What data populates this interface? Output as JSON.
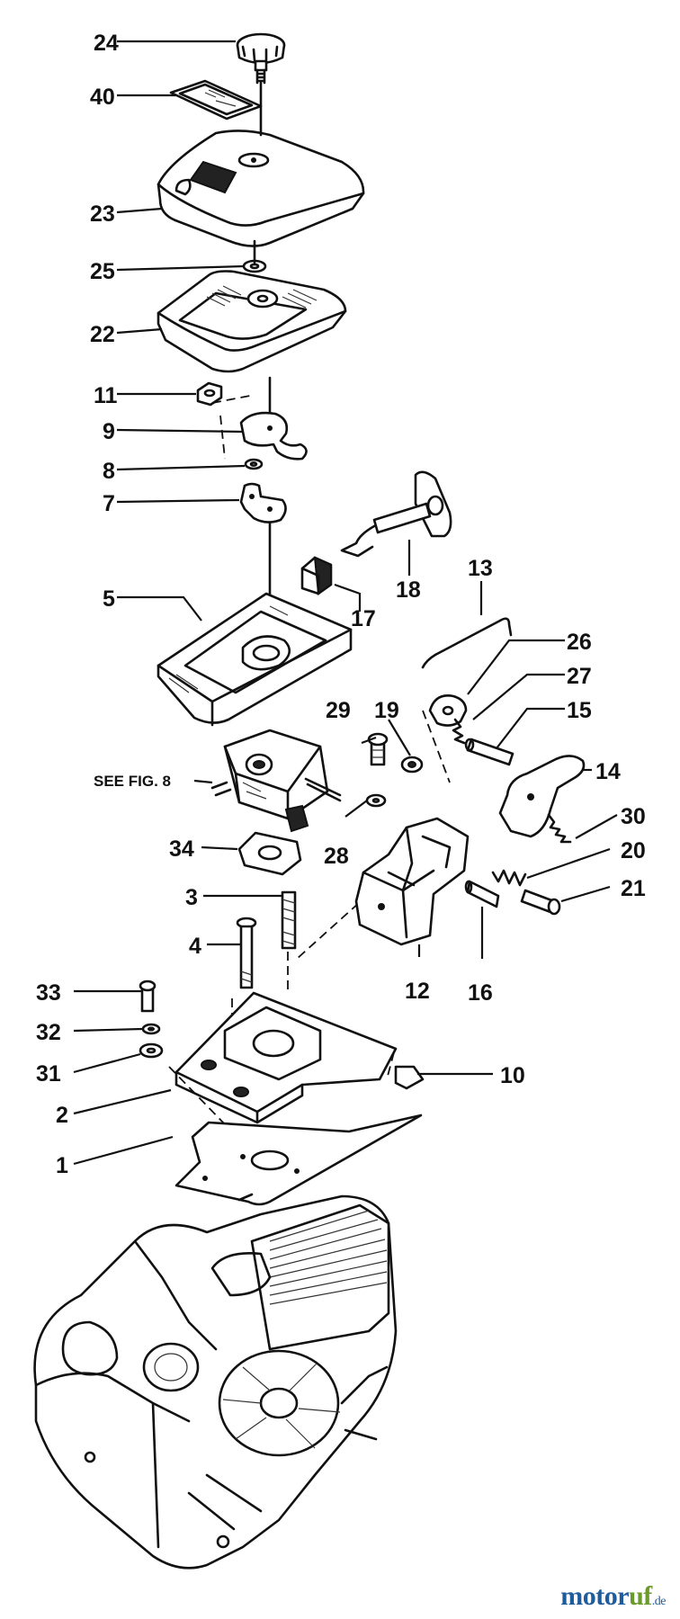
{
  "callouts": [
    {
      "id": "24",
      "text": "24"
    },
    {
      "id": "40",
      "text": "40"
    },
    {
      "id": "23",
      "text": "23"
    },
    {
      "id": "25",
      "text": "25"
    },
    {
      "id": "22",
      "text": "22"
    },
    {
      "id": "11",
      "text": "11"
    },
    {
      "id": "9",
      "text": "9"
    },
    {
      "id": "8",
      "text": "8"
    },
    {
      "id": "7",
      "text": "7"
    },
    {
      "id": "5",
      "text": "5"
    },
    {
      "id": "17",
      "text": "17"
    },
    {
      "id": "18",
      "text": "18"
    },
    {
      "id": "13",
      "text": "13"
    },
    {
      "id": "26",
      "text": "26"
    },
    {
      "id": "27",
      "text": "27"
    },
    {
      "id": "29",
      "text": "29"
    },
    {
      "id": "19",
      "text": "19"
    },
    {
      "id": "15",
      "text": "15"
    },
    {
      "id": "14",
      "text": "14"
    },
    {
      "id": "30",
      "text": "30"
    },
    {
      "id": "34",
      "text": "34"
    },
    {
      "id": "28",
      "text": "28"
    },
    {
      "id": "20",
      "text": "20"
    },
    {
      "id": "21",
      "text": "21"
    },
    {
      "id": "3",
      "text": "3"
    },
    {
      "id": "4",
      "text": "4"
    },
    {
      "id": "12",
      "text": "12"
    },
    {
      "id": "16",
      "text": "16"
    },
    {
      "id": "33",
      "text": "33"
    },
    {
      "id": "32",
      "text": "32"
    },
    {
      "id": "31",
      "text": "31"
    },
    {
      "id": "10",
      "text": "10"
    },
    {
      "id": "2",
      "text": "2"
    },
    {
      "id": "1",
      "text": "1"
    }
  ],
  "see_fig_label": "SEE FIG. 8",
  "watermark": {
    "part_a": "motor",
    "part_b": "uf",
    "part_c": ".de"
  }
}
